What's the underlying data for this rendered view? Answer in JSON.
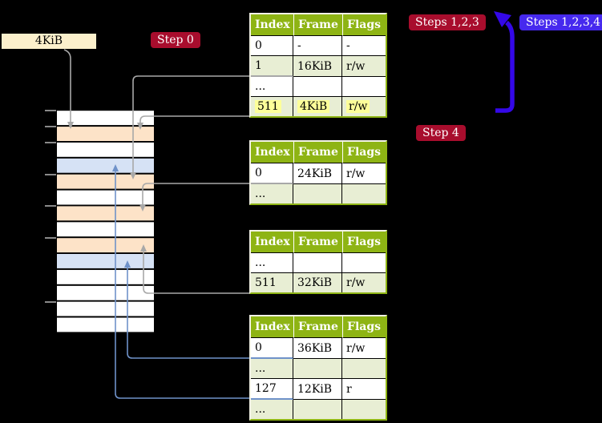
{
  "labels": {
    "frame_size": "4KiB"
  },
  "badges": {
    "step0": "Step 0",
    "steps123": "Steps 1,2,3",
    "steps1234": "Steps 1,2,3,4",
    "step4": "Step 4"
  },
  "tables": [
    {
      "header": [
        "Index",
        "Frame",
        "Flags"
      ],
      "rows": [
        [
          "0",
          "-",
          "-"
        ],
        [
          "1",
          "16KiB",
          "r/w"
        ],
        [
          "...",
          "",
          ""
        ],
        [
          "511",
          "4KiB",
          "r/w"
        ]
      ],
      "highlighted_row": "511"
    },
    {
      "header": [
        "Index",
        "Frame",
        "Flags"
      ],
      "rows": [
        [
          "0",
          "24KiB",
          "r/w"
        ],
        [
          "...",
          "",
          ""
        ]
      ]
    },
    {
      "header": [
        "Index",
        "Frame",
        "Flags"
      ],
      "rows": [
        [
          "...",
          "",
          ""
        ],
        [
          "511",
          "32KiB",
          "r/w"
        ]
      ]
    },
    {
      "header": [
        "Index",
        "Frame",
        "Flags"
      ],
      "rows": [
        [
          "0",
          "36KiB",
          "r/w"
        ],
        [
          "...",
          "",
          ""
        ],
        [
          "127",
          "12KiB",
          "r"
        ],
        [
          "...",
          "",
          ""
        ]
      ]
    }
  ],
  "memory_strip": {
    "rows": [
      "free",
      "page_table",
      "free",
      "mapped_page",
      "page_table",
      "free",
      "page_table",
      "free",
      "page_table",
      "mapped_page",
      "free",
      "free",
      "free",
      "free"
    ]
  },
  "colors": {
    "background": "#000000",
    "frame_free": "#ffffff",
    "frame_page_table": "#fde3c8",
    "frame_mapped_page": "#d6e2f5",
    "table_header_green": "#8eb414",
    "table_row_alt": "#e8eed4",
    "highlight_yellow": "#fdff99",
    "badge_crimson": "#a80d2d",
    "badge_blue": "#4629ee",
    "label_cream": "#fcf0cc",
    "arrow_gray": "#a8a8a8",
    "arrow_steel": "#6f92c9",
    "arrow_blue": "#3408e8"
  }
}
